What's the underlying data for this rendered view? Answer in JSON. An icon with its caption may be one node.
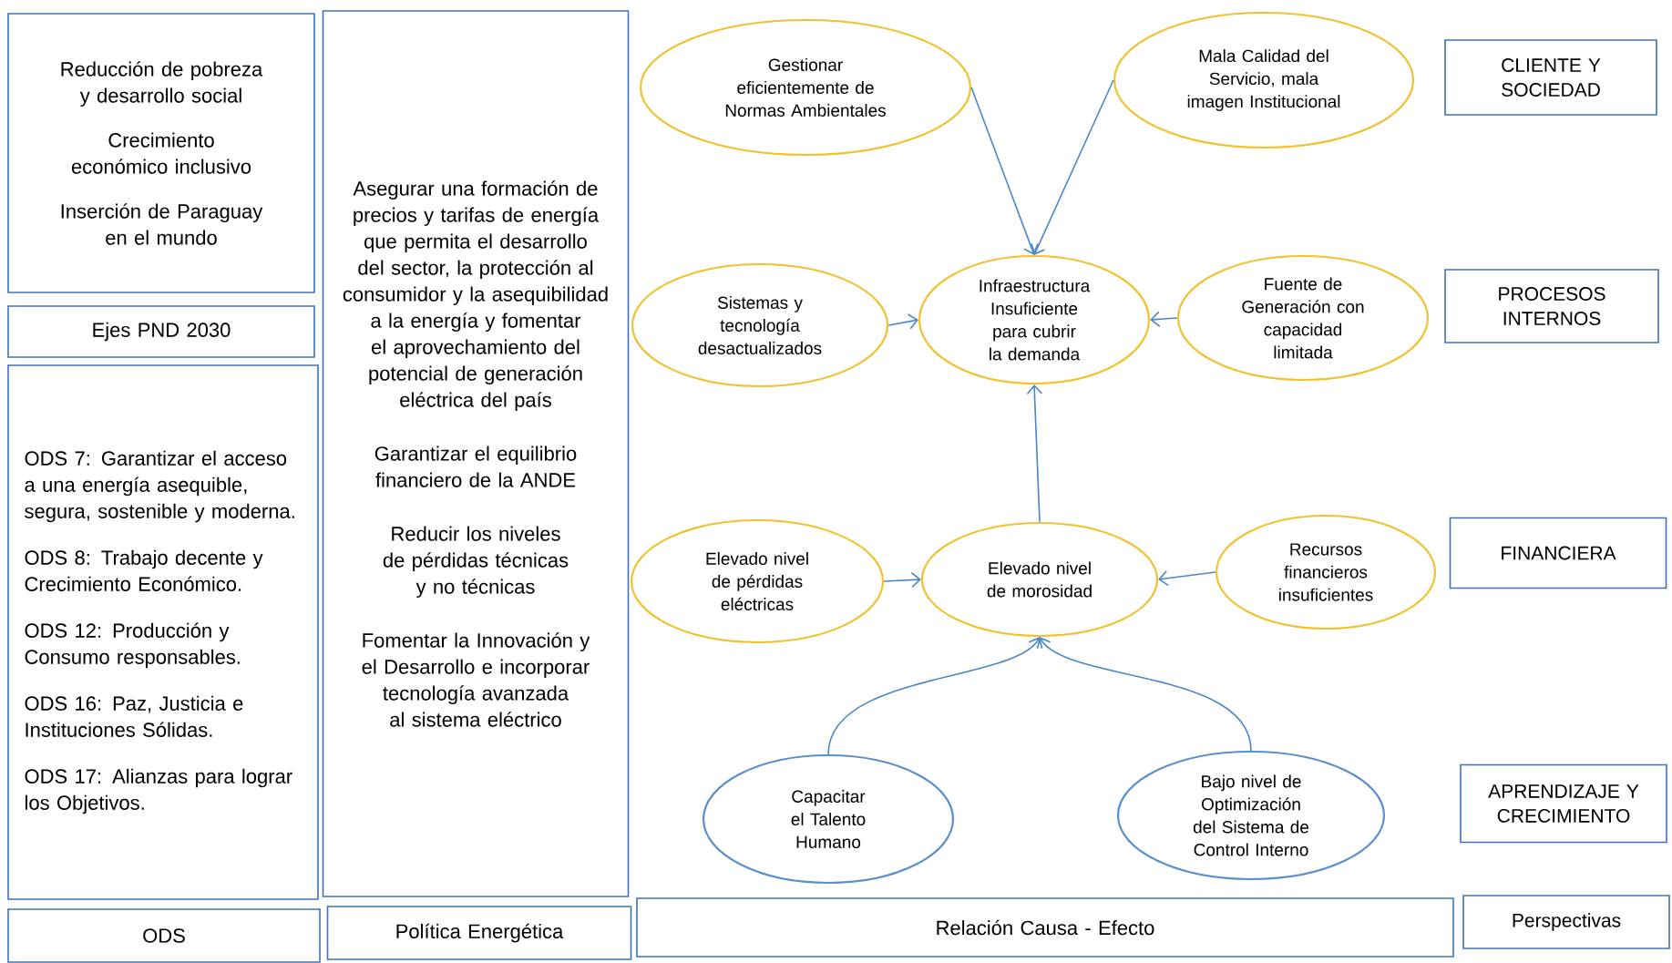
{
  "diagram": {
    "nodes": [
      {
        "text": [
          "Reducción de pobreza y desarrollo social",
          "Crecimiento económico inclusivo",
          "Inserción de Paraguay en el mundo"
        ]
      },
      {
        "text": [
          "Ejes PND 2030"
        ]
      },
      {
        "text": [
          "ODS 7: Garantizar el acceso a una energía asequible, segura, sostenible y moderna.",
          "ODS 8: Trabajo decente y Crecimiento Económico.",
          "ODS 12: Producción y Consumo responsables.",
          "ODS 16: Paz, Justicia e Instituciones Sólidas.",
          "ODS 17: Alianzas para lograr los Objetivos."
        ]
      },
      {
        "text": [
          "Asegurar una formación de precios y tarifas de energía que permita el desarrollo del sector, la protección al consumidor y la asequibilidad a la energía y fomentar el aprovechamiento del potencial de generación eléctrica del país",
          "Garantizar el equilibrio financiero de la ANDE",
          "Reducir los niveles de pérdidas técnicas y no técnicas",
          "Fomentar la Innovación y el Desarrollo e incorporar tecnología avanzada al sistema eléctrico"
        ]
      },
      {
        "text": [
          "Gestionar eficientemente de Normas Ambientales"
        ]
      },
      {
        "text": [
          "Mala Calidad del Servicio, mala imagen Institucional"
        ]
      },
      {
        "text": [
          "CLIENTE Y SOCIEDAD"
        ]
      },
      {
        "text": [
          "Sistemas y tecnología desactualizados"
        ]
      },
      {
        "text": [
          "Infraestructura Insuficiente para cubrir la demanda"
        ]
      },
      {
        "text": [
          "Fuente de Generación con capacidad limitada"
        ]
      },
      {
        "text": [
          "PROCESOS INTERNOS"
        ]
      },
      {
        "text": [
          "Elevado nivel de pérdidas eléctricas"
        ]
      },
      {
        "text": [
          "Elevado nivel de morosidad"
        ]
      },
      {
        "text": [
          "Recursos financieros insuficientes"
        ]
      },
      {
        "text": [
          "FINANCIERA"
        ]
      },
      {
        "text": [
          "Capacitar el Talento Humano"
        ]
      },
      {
        "text": [
          "Bajo nivel de Optimización del Sistema de Control Interno"
        ]
      },
      {
        "text": [
          "APRENDIZAJE Y CRECIMIENTO"
        ]
      },
      {
        "text": [
          "ODS"
        ]
      },
      {
        "text": [
          "Política Energética"
        ]
      },
      {
        "text": [
          "Relación Causa - Efecto"
        ]
      },
      {
        "text": [
          "Perspectivas"
        ]
      }
    ],
    "edges": [
      {
        "from": 4,
        "to": 8,
        "arrow": "to"
      },
      {
        "from": 5,
        "to": 8,
        "arrow": "to"
      },
      {
        "from": 7,
        "to": 8,
        "arrow": "to"
      },
      {
        "from": 9,
        "to": 8,
        "arrow": "to"
      },
      {
        "from": 12,
        "to": 8,
        "arrow": "to"
      },
      {
        "from": 11,
        "to": 12,
        "arrow": "to"
      },
      {
        "from": 13,
        "to": 12,
        "arrow": "to"
      },
      {
        "from": 15,
        "to": 12,
        "arrow": "to"
      },
      {
        "from": 16,
        "to": 12,
        "arrow": "to"
      }
    ]
  }
}
